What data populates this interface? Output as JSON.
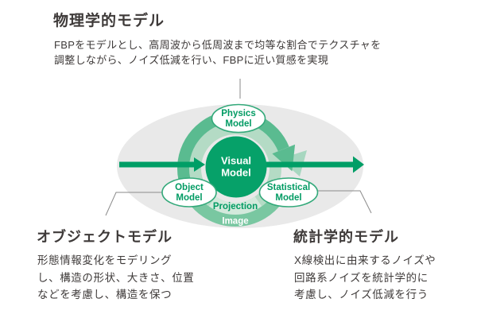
{
  "sections": {
    "physical": {
      "title": "物理学的モデル",
      "lines": [
        "FBPをモデルとし、高周波から低周波まで均等な割合でテクスチャを",
        "調整しながら、ノイズ低減を行い、FBPに近い質感を実現"
      ]
    },
    "object": {
      "title": "オブジェクトモデル",
      "lines": [
        "形態情報変化をモデリング",
        "し、構造の形状、大きさ、位置",
        "などを考慮し、構造を保つ"
      ]
    },
    "statistical": {
      "title": "統計学的モデル",
      "lines": [
        "X線検出に由来するノイズや",
        "回路系ノイズを統計学的に",
        "考慮し、ノイズ低減を行う"
      ]
    }
  },
  "diagram": {
    "nodes": {
      "visual": {
        "line1": "Visual",
        "line2": "Model"
      },
      "physics": {
        "line1": "Physics",
        "line2": "Model"
      },
      "object": {
        "line1": "Object",
        "line2": "Model"
      },
      "statistical": {
        "line1": "Statistical",
        "line2": "Model"
      }
    },
    "band": {
      "line1": "Projection",
      "line2": "Image"
    }
  },
  "colors": {
    "accent_green": "#009b63",
    "circle_green": "#06a169",
    "arrow_green": "#009e66",
    "arc_medium": "#5abb90",
    "arc_bottom": "#79c7a1",
    "arc_inner": "#b4dbc5",
    "arc_projection": "#d3e9dc",
    "arrow_echo": "#a7d7c0",
    "ellipse_gray": "#e9e9e9",
    "node_border": "#33a97a",
    "text_dark": "#3e3a39",
    "connector_gray": "#8a8a8a"
  }
}
